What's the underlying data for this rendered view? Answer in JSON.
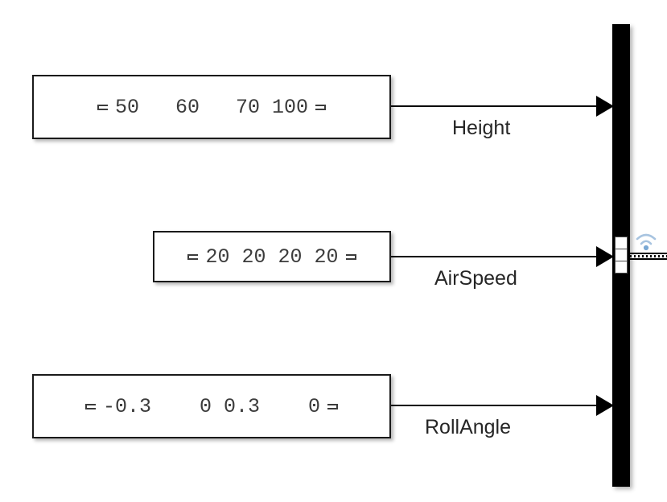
{
  "diagram": {
    "type": "simulink-bus-creator",
    "title": "Bus Creator Diagram",
    "background_color": "#ffffff",
    "line_color": "#000000",
    "block_border_color": "#1a1a1a",
    "value_text_color": "#3c3c3c",
    "label_text_color": "#262626",
    "wifi_icon_color": "#a8c4e0",
    "wifi_dot_color": "#7aa8d4"
  },
  "blocks": [
    {
      "id": "height-constant",
      "name": "constant-block-height",
      "value": "50   60   70 100",
      "bracket_open": "[",
      "bracket_close": "]",
      "signal_label": "Height",
      "port_index": 1
    },
    {
      "id": "airspeed-constant",
      "name": "constant-block-airspeed",
      "value": "20 20 20 20",
      "bracket_open": "[",
      "bracket_close": "]",
      "signal_label": "AirSpeed",
      "port_index": 2
    },
    {
      "id": "rollangle-constant",
      "name": "constant-block-rollangle",
      "value": "-0.3    0 0.3    0",
      "bracket_open": "[",
      "bracket_close": "]",
      "signal_label": "RollAngle",
      "port_index": 3
    }
  ],
  "bus_creator": {
    "name": "bus-creator-block",
    "port_count": 3,
    "output_signal_type": "virtual-bus",
    "icon": "wifi-icon"
  }
}
